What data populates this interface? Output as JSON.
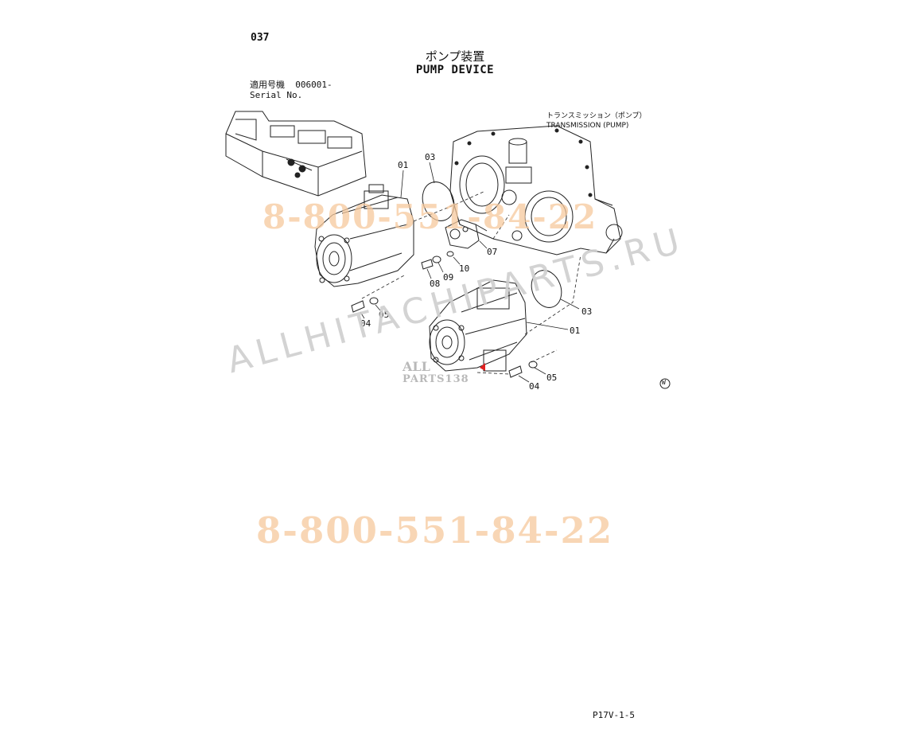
{
  "header": {
    "page_number": "037",
    "title_jp": "ポンプ装置",
    "title_en": "PUMP DEVICE",
    "serial_jp": "適用号機",
    "serial_value": "006001-",
    "serial_en": "Serial No."
  },
  "callouts": {
    "transmission_jp": "トランスミッション（ポンプ）",
    "transmission_en": "TRANSMISSION (PUMP)"
  },
  "part_labels": {
    "p01_top": "01",
    "p03_top": "03",
    "p07": "07",
    "p10": "10",
    "p09": "09",
    "p08": "08",
    "p04_left": "04",
    "p05_left": "05",
    "p03_right": "03",
    "p01_right": "01",
    "p05_right": "05",
    "p04_right": "04"
  },
  "symbol": "W",
  "footer": {
    "doc_code": "P17V-1-5"
  },
  "watermarks": {
    "phone_top": "8-800-551-84-22",
    "phone_bottom": "8-800-551-84-22",
    "site": "ALLHITACHIPARTS.RU",
    "logo_line1": "ALL",
    "logo_line2": "PARTS138"
  }
}
